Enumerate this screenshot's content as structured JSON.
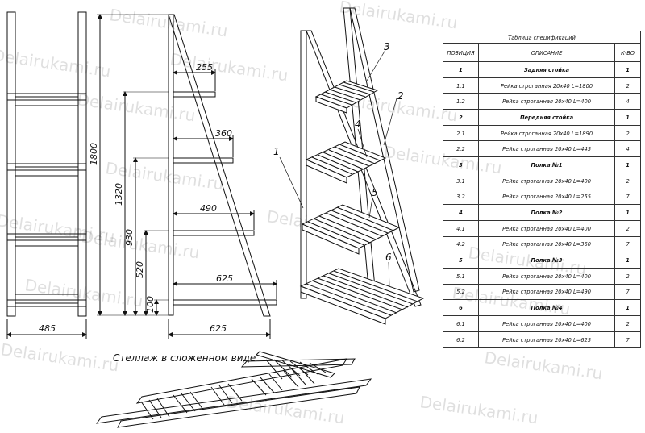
{
  "watermark": "Delairukami.ru",
  "front_view": {
    "width_dim": "485"
  },
  "side_view": {
    "total_height": "1800",
    "shelf_heights": [
      "1320",
      "930",
      "520",
      "100"
    ],
    "shelf_depths": [
      "255",
      "360",
      "490",
      "625"
    ],
    "base_depth": "625"
  },
  "iso_view": {
    "callouts": [
      "1",
      "2",
      "3",
      "4",
      "5",
      "6"
    ]
  },
  "folded_caption": "Стеллаж в сложенном виде",
  "spec_table": {
    "title": "Таблица спецификаций",
    "headers": [
      "ПОЗИЦИЯ",
      "ОПИСАНИЕ",
      "К-ВО"
    ],
    "rows": [
      {
        "pos": "1",
        "desc": "Задняя стойка",
        "qty": "1",
        "group": true
      },
      {
        "pos": "1.1",
        "desc": "Рейка строганная 20х40 L=1800",
        "qty": "2",
        "group": false
      },
      {
        "pos": "1.2",
        "desc": "Рейка строганная 20х40 L=400",
        "qty": "4",
        "group": false
      },
      {
        "pos": "2",
        "desc": "Передняя стойка",
        "qty": "1",
        "group": true
      },
      {
        "pos": "2.1",
        "desc": "Рейка строганная 20х40 L=1890",
        "qty": "2",
        "group": false
      },
      {
        "pos": "2.2",
        "desc": "Рейка строганная 20х40 L=445",
        "qty": "4",
        "group": false
      },
      {
        "pos": "3",
        "desc": "Полка №1",
        "qty": "1",
        "group": true
      },
      {
        "pos": "3.1",
        "desc": "Рейка строганная 20х40 L=400",
        "qty": "2",
        "group": false
      },
      {
        "pos": "3.2",
        "desc": "Рейка строганная 20х40 L=255",
        "qty": "7",
        "group": false
      },
      {
        "pos": "4",
        "desc": "Полка №2",
        "qty": "1",
        "group": true
      },
      {
        "pos": "4.1",
        "desc": "Рейка строганная 20х40 L=400",
        "qty": "2",
        "group": false
      },
      {
        "pos": "4.2",
        "desc": "Рейка строганная 20х40 L=360",
        "qty": "7",
        "group": false
      },
      {
        "pos": "5",
        "desc": "Полка №3",
        "qty": "1",
        "group": true
      },
      {
        "pos": "5.1",
        "desc": "Рейка строганная 20х40 L=400",
        "qty": "2",
        "group": false
      },
      {
        "pos": "5.2",
        "desc": "Рейка строганная 20х40 L=490",
        "qty": "7",
        "group": false
      },
      {
        "pos": "6",
        "desc": "Полка №4",
        "qty": "1",
        "group": true
      },
      {
        "pos": "6.1",
        "desc": "Рейка строганная 20х40 L=400",
        "qty": "2",
        "group": false
      },
      {
        "pos": "6.2",
        "desc": "Рейка строганная 20х40 L=625",
        "qty": "7",
        "group": false
      }
    ]
  }
}
